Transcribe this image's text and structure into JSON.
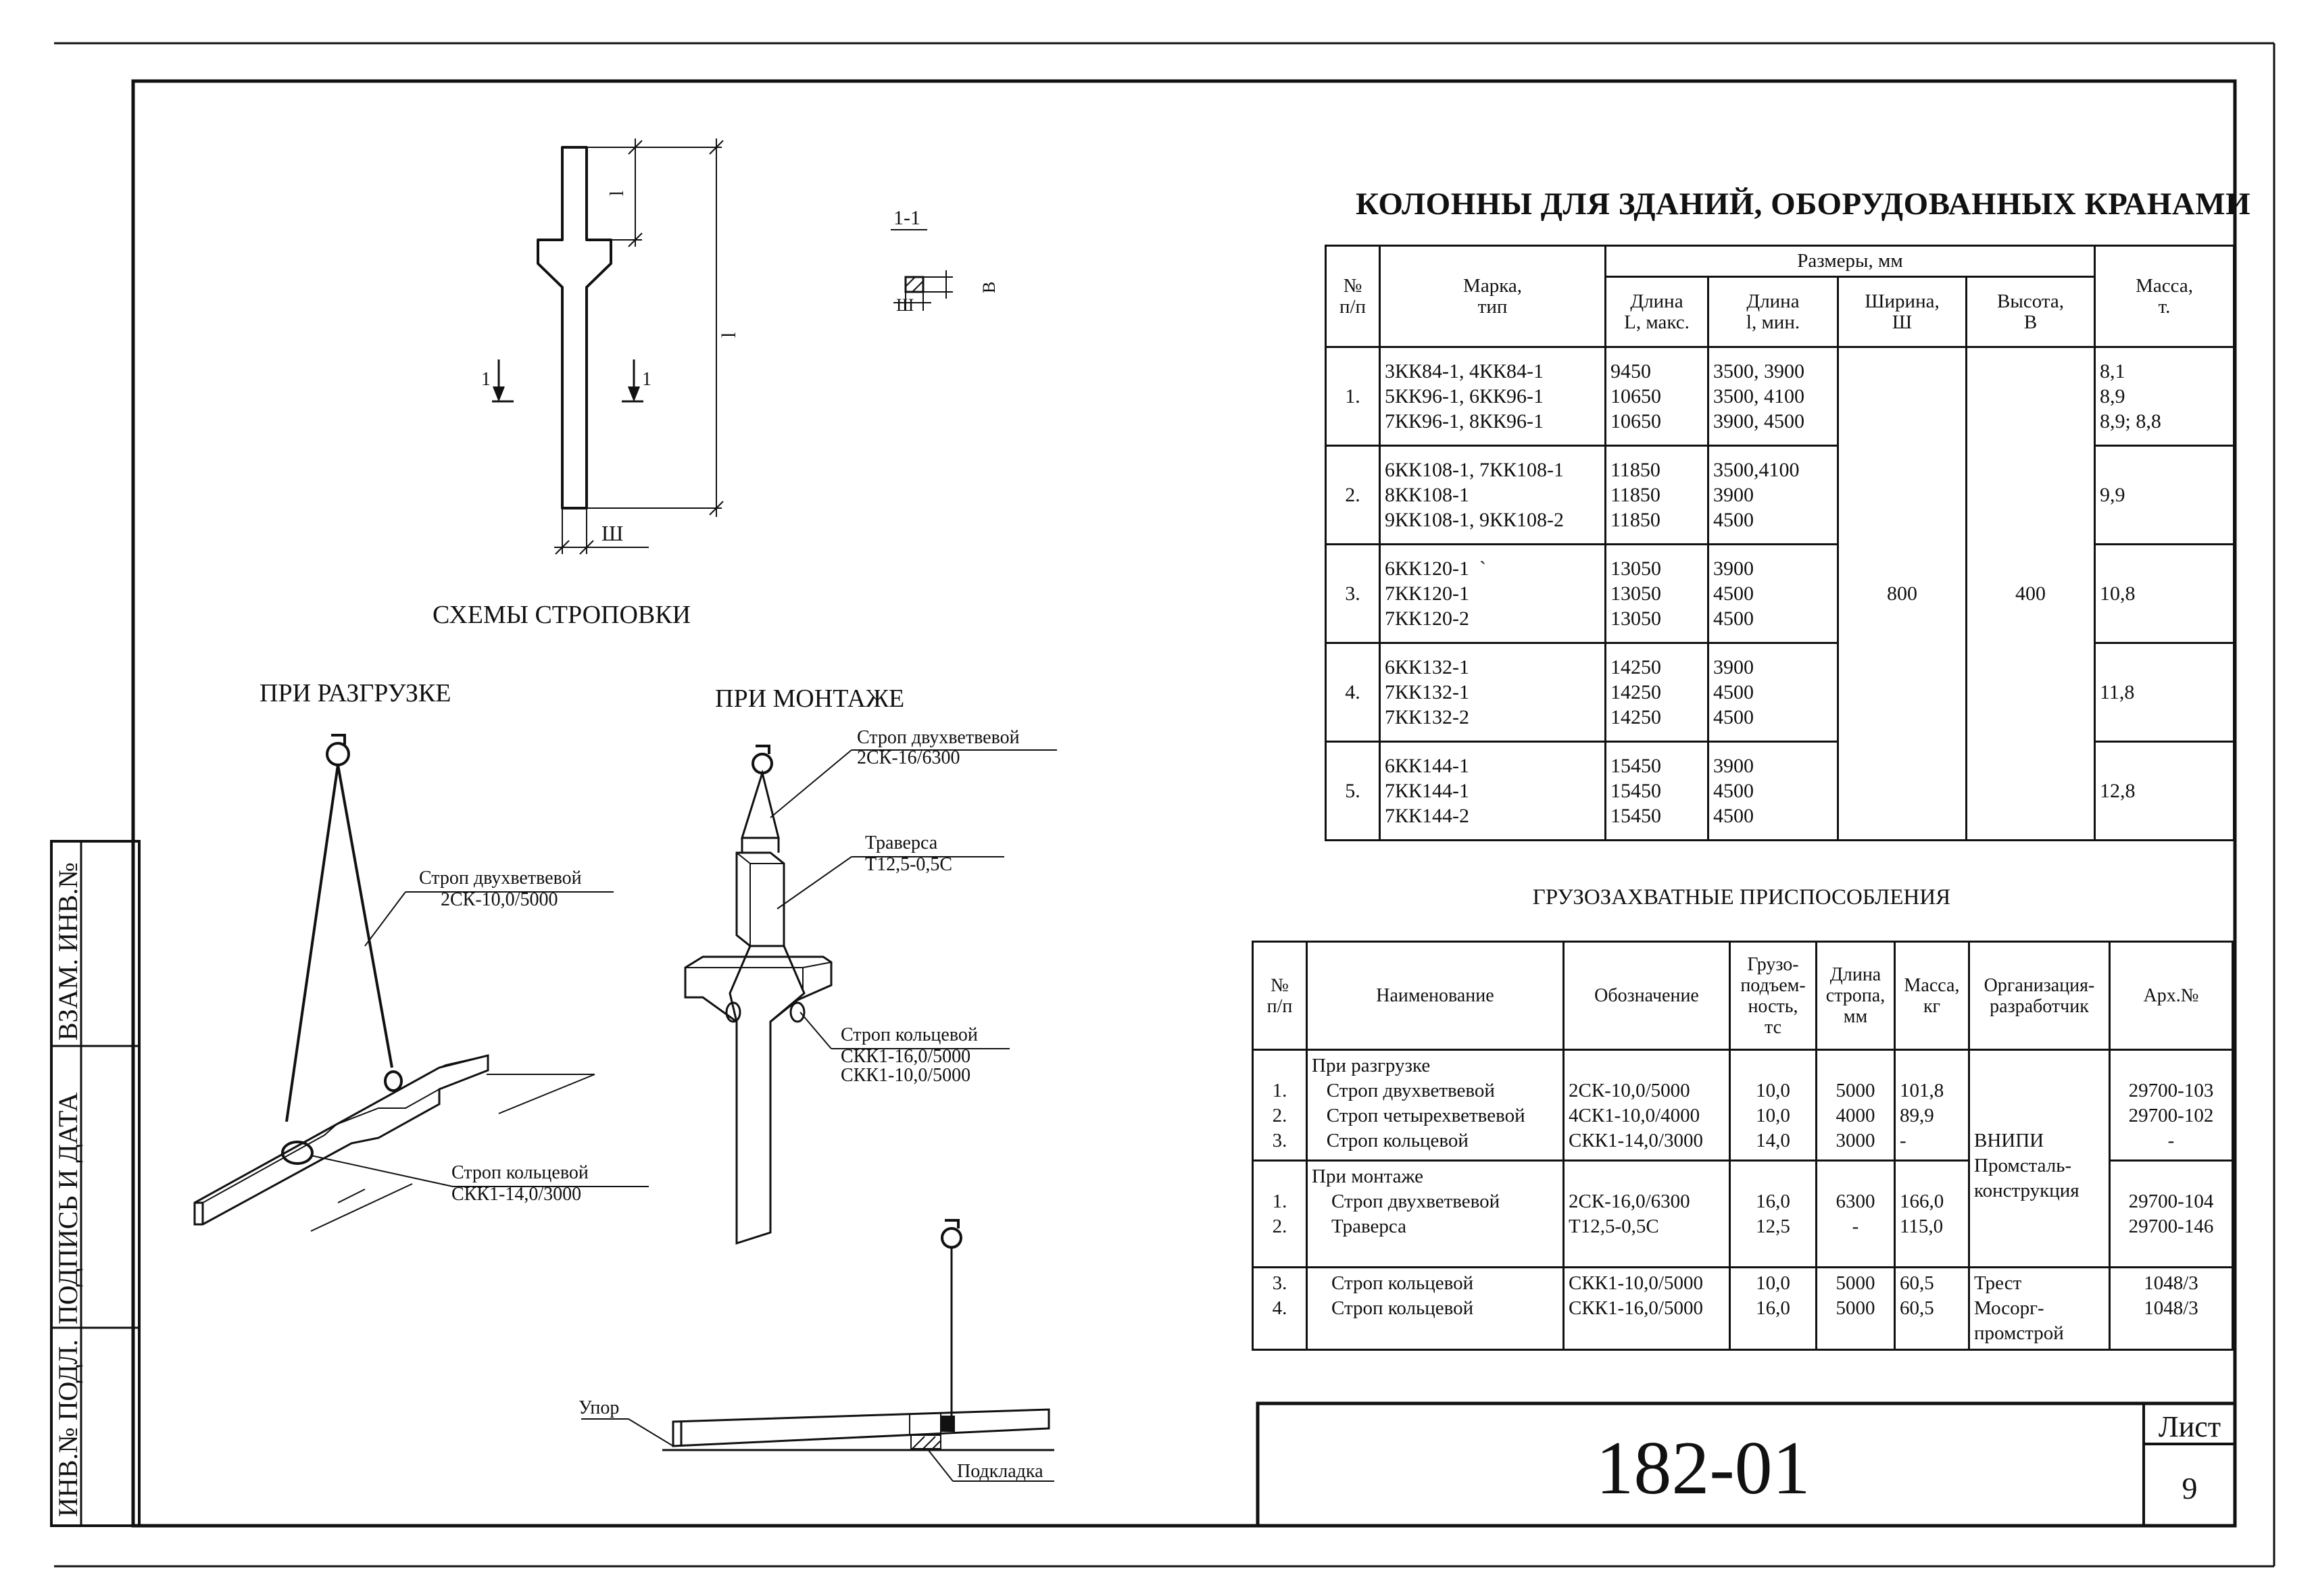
{
  "sheet": {
    "code": "182-01",
    "sheet_label": "Лист",
    "sheet_number": "9"
  },
  "side_stamp": {
    "inv_no_podl": "ИНВ.№ ПОДЛ.",
    "podpis_data": "ПОДПИСЬ И ДАТА",
    "vzam_inv": "ВЗАМ. ИНВ.№"
  },
  "drawing": {
    "schemes_title": "СХЕМЫ СТРОПОВКИ",
    "unloading_title": "ПРИ РАЗГРУЗКЕ",
    "mounting_title": "ПРИ МОНТАЖЕ",
    "section_label": "1-1",
    "dim_l": "l",
    "dim_L": "L",
    "dim_width": "Ш",
    "dim_height": "B",
    "cut_mark": "1",
    "sling_unload_name": "Строп двухветвевой",
    "sling_unload_code": "2СК-10,0/5000",
    "ring_unload_name": "Строп кольцевой",
    "ring_unload_code": "СКК1-14,0/3000",
    "sling_mount_name": "Строп  двухветвевой",
    "sling_mount_code": "2СК-16/6300",
    "traverse_name": "Траверса",
    "traverse_code": "Т12,5-0,5С",
    "ring_mount_name": "Строп кольцевой",
    "ring_mount_code1": "СКК1-16,0/5000",
    "ring_mount_code2": "СКК1-10,0/5000",
    "stop_label": "Упор",
    "pad_label": "Подкладка"
  },
  "columns_table": {
    "title": "КОЛОННЫ ДЛЯ ЗДАНИЙ, ОБОРУДОВАННЫХ КРАНАМИ",
    "headers": {
      "num": "№\nп/п",
      "mark": "Марка,\nтип",
      "sizes": "Размеры,  мм",
      "length_max": "Длина\nL, макс.",
      "length_min": "Длина\nl, мин.",
      "width": "Ширина,\nШ",
      "height": "Высота,\nB",
      "mass": "Масса,\nт."
    },
    "width_value": "800",
    "height_value": "400",
    "rows": [
      {
        "num": "1.",
        "marks": "3КК84-1, 4КК84-1\n5КК96-1, 6КК96-1\n7КК96-1, 8КК96-1",
        "L": "9450\n10650\n10650",
        "l": "3500, 3900\n3500, 4100\n3900, 4500",
        "mass": "8,1\n8,9\n8,9; 8,8"
      },
      {
        "num": "2.",
        "marks": "6КК108-1, 7КК108-1\n8КК108-1\n9КК108-1, 9КК108-2",
        "L": "11850\n11850\n11850",
        "l": "3500,4100\n3900\n4500",
        "mass": "9,9"
      },
      {
        "num": "3.",
        "marks": "6КК120-1  `\n7КК120-1\n7КК120-2",
        "L": "13050\n13050\n13050",
        "l": "3900\n4500\n4500",
        "mass": "10,8"
      },
      {
        "num": "4.",
        "marks": "6КК132-1\n7КК132-1\n7КК132-2",
        "L": "14250\n14250\n14250",
        "l": "3900\n4500\n4500",
        "mass": "11,8"
      },
      {
        "num": "5.",
        "marks": "6КК144-1\n7КК144-1\n7КК144-2",
        "L": "15450\n15450\n15450",
        "l": "3900\n4500\n4500",
        "mass": "12,8"
      }
    ]
  },
  "devices_table": {
    "title": "ГРУЗОЗАХВАТНЫЕ ПРИСПОСОБЛЕНИЯ",
    "headers": {
      "num": "№\nп/п",
      "name": "Наименование",
      "designation": "Обозначение",
      "capacity": "Грузо-\nподъем-\nность,\nтс",
      "sling_length": "Длина\nстропа,\nмм",
      "mass": "Масса,\nкг",
      "org": "Организация-\nразработчик",
      "arch": "Арх.№"
    },
    "groups": [
      {
        "num": "\n1.\n2.\n3.",
        "name": "При разгрузке\n   Строп двухветвевой\n   Строп четырехветвевой\n   Строп кольцевой",
        "designation": "\n2СК-10,0/5000\n4СК1-10,0/4000\nСКК1-14,0/3000",
        "capacity": "\n10,0\n10,0\n14,0",
        "sling_length": "\n5000\n4000\n3000",
        "mass": "\n101,8\n89,9\n-",
        "arch": "\n29700-103\n29700-102\n-"
      },
      {
        "num": "\n1.\n2.",
        "name": "При монтаже\n    Строп двухветвевой\n    Траверса",
        "designation": "\n2СК-16,0/6300\nТ12,5-0,5С",
        "capacity": "\n16,0\n12,5",
        "sling_length": "\n6300\n-",
        "mass": "\n166,0\n115,0",
        "arch": "\n29700-104\n29700-146"
      },
      {
        "num": "3.\n4.",
        "name": "    Строп кольцевой\n    Строп кольцевой",
        "designation": "СКК1-10,0/5000\nСКК1-16,0/5000",
        "capacity": "10,0\n16,0",
        "sling_length": "5000\n5000",
        "mass": "60,5\n60,5",
        "org": "Трест\nМосорг-\nпромстрой",
        "arch": "1048/3\n1048/3"
      }
    ],
    "org_vnipi": "\n\n\nВНИПИ\nПромсталь-\nконструкция"
  }
}
